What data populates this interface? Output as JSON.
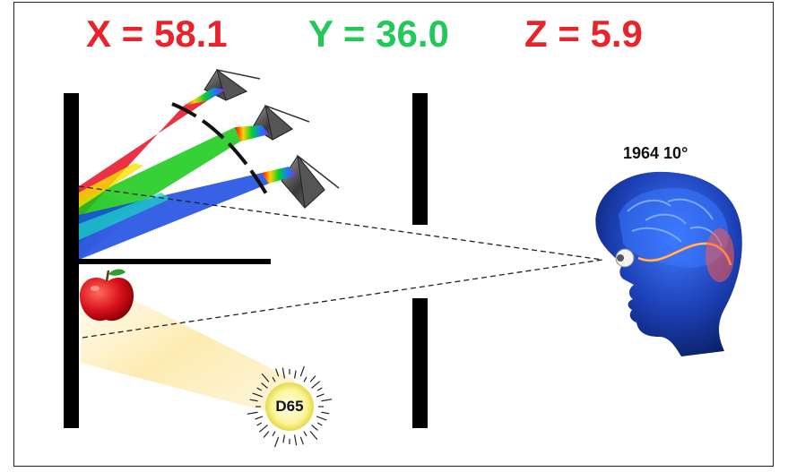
{
  "tristimulus": {
    "x": "X = 58.1",
    "y": "Y = 36.0",
    "z": "Z = 5.9"
  },
  "observer_label": "1964 10°",
  "illuminant_label": "D65",
  "colors": {
    "x": "#e8232b",
    "y": "#23c85a",
    "z": "#e8232b",
    "red_beam": "#e8142a",
    "green_beam": "#14c814",
    "blue_beam": "#1446e0",
    "brain": "#2a5fe0"
  },
  "icons": [
    "apple-icon",
    "prism-icon",
    "sun-icon",
    "head-brain-icon"
  ]
}
